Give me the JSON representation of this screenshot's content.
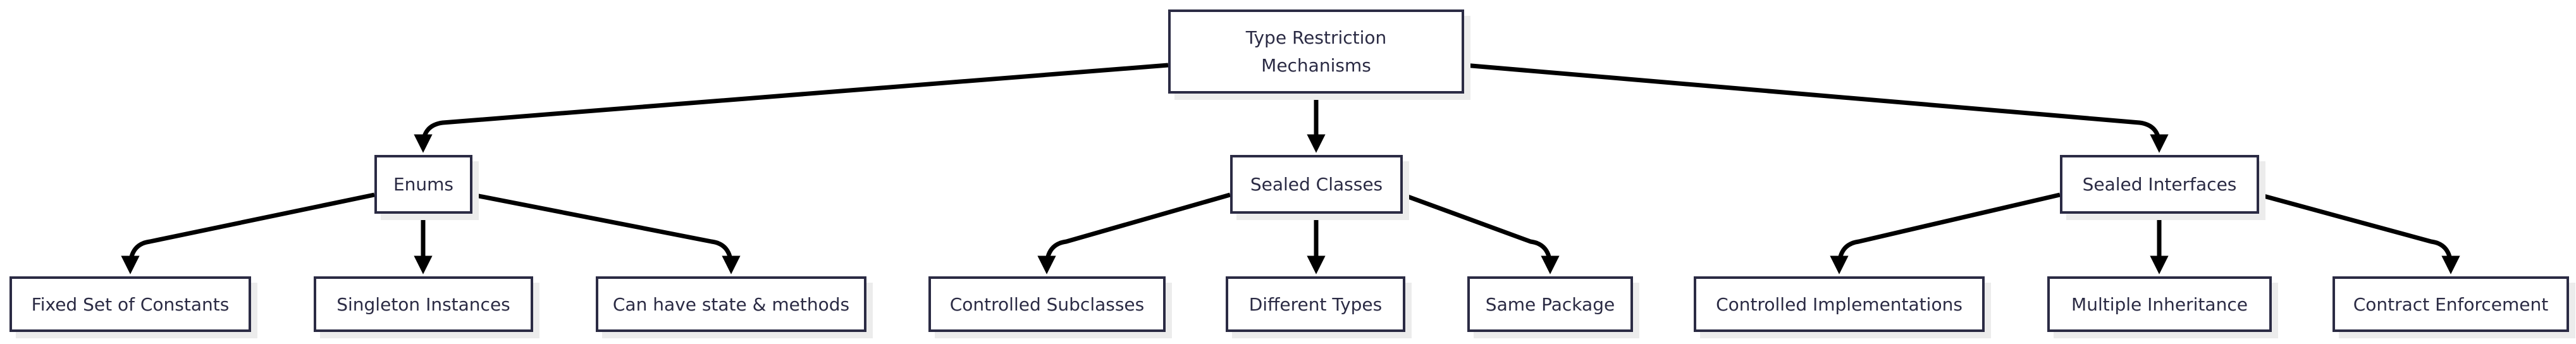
{
  "diagram": {
    "type": "flowchart",
    "direction": "top-down",
    "nodes": {
      "root": {
        "label": "Type Restriction Mechanisms"
      },
      "enums": {
        "label": "Enums"
      },
      "sealed_classes": {
        "label": "Sealed Classes"
      },
      "sealed_interfaces": {
        "label": "Sealed Interfaces"
      },
      "fixed_set_of_constants": {
        "label": "Fixed Set of Constants"
      },
      "singleton_instances": {
        "label": "Singleton Instances"
      },
      "can_have_state_and_methods": {
        "label": "Can have state & methods"
      },
      "controlled_subclasses": {
        "label": "Controlled Subclasses"
      },
      "different_types": {
        "label": "Different Types"
      },
      "same_package": {
        "label": "Same Package"
      },
      "controlled_implementations": {
        "label": "Controlled Implementations"
      },
      "multiple_inheritance": {
        "label": "Multiple Inheritance"
      },
      "contract_enforcement": {
        "label": "Contract Enforcement"
      }
    },
    "edges": [
      {
        "from": "root",
        "to": "enums"
      },
      {
        "from": "root",
        "to": "sealed_classes"
      },
      {
        "from": "root",
        "to": "sealed_interfaces"
      },
      {
        "from": "enums",
        "to": "fixed_set_of_constants"
      },
      {
        "from": "enums",
        "to": "singleton_instances"
      },
      {
        "from": "enums",
        "to": "can_have_state_and_methods"
      },
      {
        "from": "sealed_classes",
        "to": "controlled_subclasses"
      },
      {
        "from": "sealed_classes",
        "to": "different_types"
      },
      {
        "from": "sealed_classes",
        "to": "same_package"
      },
      {
        "from": "sealed_interfaces",
        "to": "controlled_implementations"
      },
      {
        "from": "sealed_interfaces",
        "to": "multiple_inheritance"
      },
      {
        "from": "sealed_interfaces",
        "to": "contract_enforcement"
      }
    ]
  },
  "colors": {
    "background": "#ffffff",
    "node_fill": "#ffffff",
    "node_border": "#2b2b44",
    "node_text": "#2b2b44",
    "edge_line": "#000000",
    "shadow": "#ececec"
  }
}
